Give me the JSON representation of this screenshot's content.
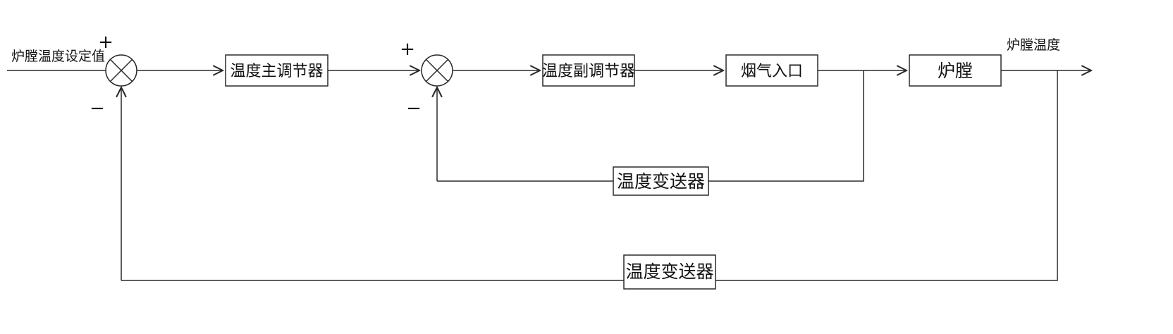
{
  "diagram": {
    "input_label": "炉膛温度设定值",
    "output_label": "炉膛温度",
    "junction1": {
      "plus": "+",
      "minus": "−"
    },
    "junction2": {
      "plus": "+",
      "minus": "−"
    },
    "blocks": {
      "main_controller": "温度主调节器",
      "secondary_controller": "温度副调节器",
      "flue_gas_inlet": "烟气入口",
      "furnace": "炉膛",
      "inner_transmitter": "温度变送器",
      "outer_transmitter": "温度变送器"
    },
    "line_color": "#2a2a2a"
  }
}
